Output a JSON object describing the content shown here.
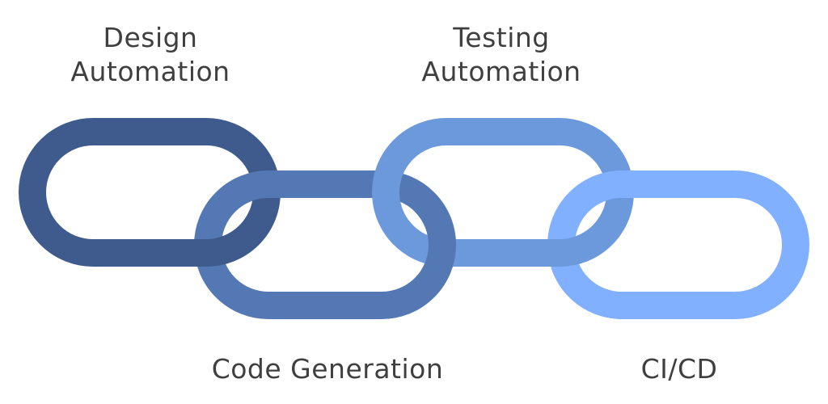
{
  "diagram": {
    "links": [
      {
        "id": "design",
        "lines": [
          "Design",
          "Automation"
        ],
        "color": "#3f5b8e"
      },
      {
        "id": "codegen",
        "lines": [
          "Code Generation"
        ],
        "color": "#5478b3"
      },
      {
        "id": "testing",
        "lines": [
          "Testing",
          "Automation"
        ],
        "color": "#6c98dc"
      },
      {
        "id": "cicd",
        "lines": [
          "CI/CD"
        ],
        "color": "#80b0ff"
      }
    ]
  }
}
